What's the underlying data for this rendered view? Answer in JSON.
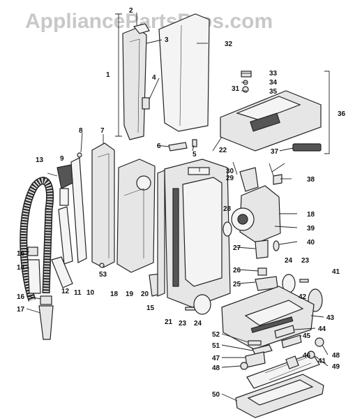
{
  "watermark": "AppliancePartsPros.com",
  "callouts": [
    "2",
    "3",
    "1",
    "32",
    "4",
    "33",
    "34",
    "31",
    "35",
    "36",
    "8",
    "7",
    "6",
    "5",
    "22",
    "37",
    "13",
    "9",
    "30",
    "29",
    "28",
    "38",
    "18",
    "39",
    "40",
    "27",
    "16",
    "14",
    "53",
    "26",
    "25",
    "24",
    "23",
    "41",
    "12",
    "11",
    "10",
    "18",
    "19",
    "20",
    "15",
    "42",
    "21",
    "23",
    "24",
    "43",
    "44",
    "52",
    "45",
    "51",
    "48",
    "47",
    "46",
    "41",
    "49",
    "48",
    "50",
    "16",
    "17"
  ]
}
